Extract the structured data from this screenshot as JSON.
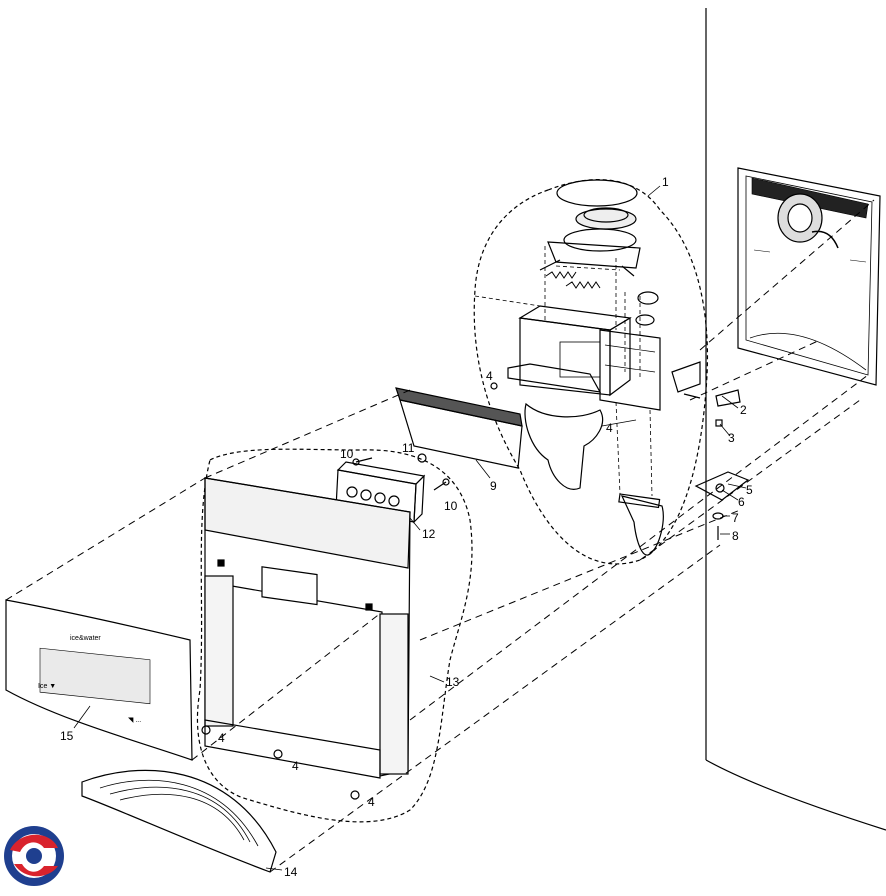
{
  "diagram": {
    "callouts": [
      {
        "id": "c1",
        "label": "1"
      },
      {
        "id": "c2",
        "label": "2"
      },
      {
        "id": "c3",
        "label": "3"
      },
      {
        "id": "c4a",
        "label": "4"
      },
      {
        "id": "c4b",
        "label": "4"
      },
      {
        "id": "c4c",
        "label": "4"
      },
      {
        "id": "c4d",
        "label": "4"
      },
      {
        "id": "c4e",
        "label": "4"
      },
      {
        "id": "c5",
        "label": "5"
      },
      {
        "id": "c6",
        "label": "6"
      },
      {
        "id": "c7",
        "label": "7"
      },
      {
        "id": "c8",
        "label": "8"
      },
      {
        "id": "c9",
        "label": "9"
      },
      {
        "id": "c10a",
        "label": "10"
      },
      {
        "id": "c10b",
        "label": "10"
      },
      {
        "id": "c11",
        "label": "11"
      },
      {
        "id": "c12",
        "label": "12"
      },
      {
        "id": "c13",
        "label": "13"
      },
      {
        "id": "c14",
        "label": "14"
      },
      {
        "id": "c15",
        "label": "15"
      }
    ],
    "panel_text": {
      "brand_script": "ice&water",
      "mode_label": "Ice ▼",
      "logo_small": "◥ ..."
    }
  }
}
